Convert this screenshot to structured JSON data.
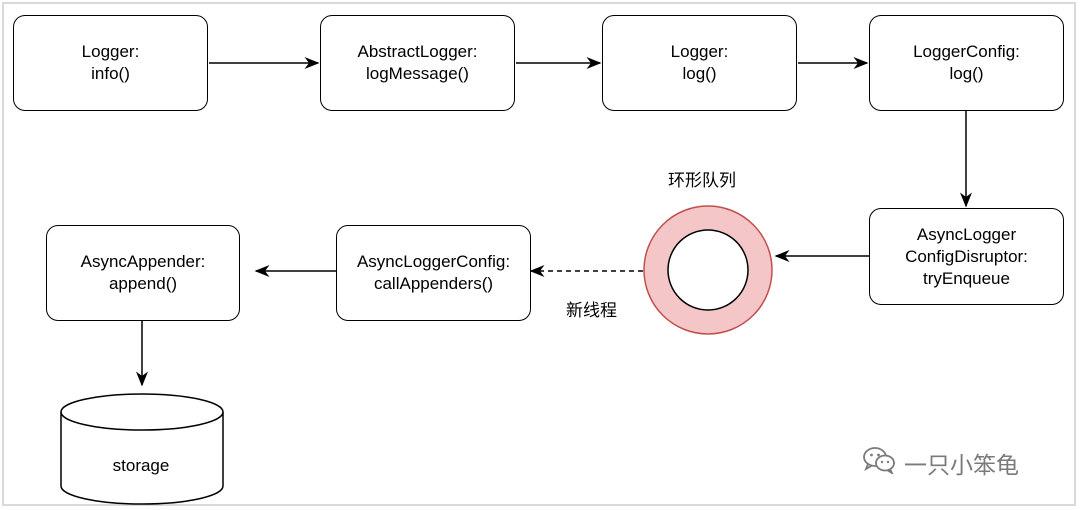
{
  "nodes": {
    "logger_info": {
      "line1": "Logger:",
      "line2": "info()"
    },
    "abstract_logger": {
      "line1": "AbstractLogger:",
      "line2": "logMessage()"
    },
    "logger_log": {
      "line1": "Logger:",
      "line2": "log()"
    },
    "logger_config": {
      "line1": "LoggerConfig:",
      "line2": "log()"
    },
    "disruptor": {
      "line1": "AsyncLogger",
      "line2": "ConfigDisruptor:",
      "line3": "tryEnqueue"
    },
    "async_logger_config": {
      "line1": "AsyncLoggerConfig:",
      "line2": "callAppenders()"
    },
    "async_appender": {
      "line1": "AsyncAppender:",
      "line2": "append()"
    },
    "storage": {
      "label": "storage"
    }
  },
  "labels": {
    "ring_queue": "环形队列",
    "new_thread": "新线程"
  },
  "watermark": {
    "text": "一只小笨龟",
    "icon": "wechat-icon"
  },
  "colors": {
    "ring_fill": "#f5c6c8",
    "ring_stroke": "#c0504d",
    "watermark": "#7a7a7a"
  }
}
